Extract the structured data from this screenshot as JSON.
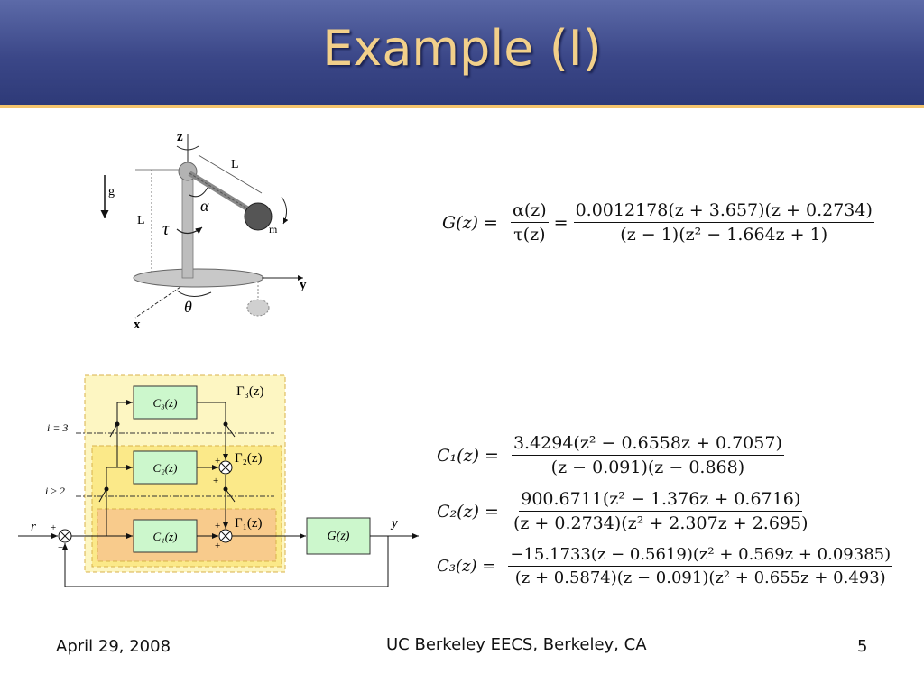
{
  "slide": {
    "title": "Example (I)",
    "footer": {
      "date": "April 29, 2008",
      "venue": "UC Berkeley EECS, Berkeley, CA",
      "page": "5"
    }
  },
  "pendulum": {
    "labels": {
      "z": "z",
      "y": "y",
      "x": "x",
      "g": "g",
      "L_vertical": "L",
      "L_arm": "L",
      "mass": "m",
      "alpha": "α",
      "tau": "τ",
      "theta": "θ"
    }
  },
  "transfer": {
    "lhs": "G(z) =",
    "mid_num": "α(z)",
    "mid_den": "τ(z)",
    "eq": "=",
    "num": "0.0012178(z + 3.657)(z + 0.2734)",
    "den": "(z − 1)(z² − 1.664z + 1)"
  },
  "controllers": [
    {
      "lhs": "C₁(z) =",
      "num": "3.4294(z² − 0.6558z + 0.7057)",
      "den": "(z − 0.091)(z − 0.868)"
    },
    {
      "lhs": "C₂(z) =",
      "num": "900.6711(z² − 1.376z + 0.6716)",
      "den": "(z + 0.2734)(z² + 2.307z + 2.695)"
    },
    {
      "lhs": "C₃(z) =",
      "num": "−15.1733(z − 0.5619)(z² + 0.569z + 0.09385)",
      "den": "(z + 0.5874)(z − 0.091)(z² + 0.655z + 0.493)"
    }
  ],
  "block_diagram": {
    "blocks": {
      "c3": "C₃(z)",
      "c2": "C₂(z)",
      "c1": "C₁(z)",
      "plant": "G(z)"
    },
    "regions": {
      "gamma3": "Γ₃(z)",
      "gamma2": "Γ₂(z)",
      "gamma1": "Γ₁(z)"
    },
    "switch_labels": {
      "i3": "i = 3",
      "i2": "i ≥ 2"
    },
    "signals": {
      "input": "r",
      "output": "y"
    },
    "signs": {
      "plus": "+",
      "minus": "−"
    },
    "colors": {
      "outer": "#fdf6c2",
      "middle": "#fbe989",
      "inner": "#f8cb8c",
      "block": "#ccf7cc"
    }
  }
}
